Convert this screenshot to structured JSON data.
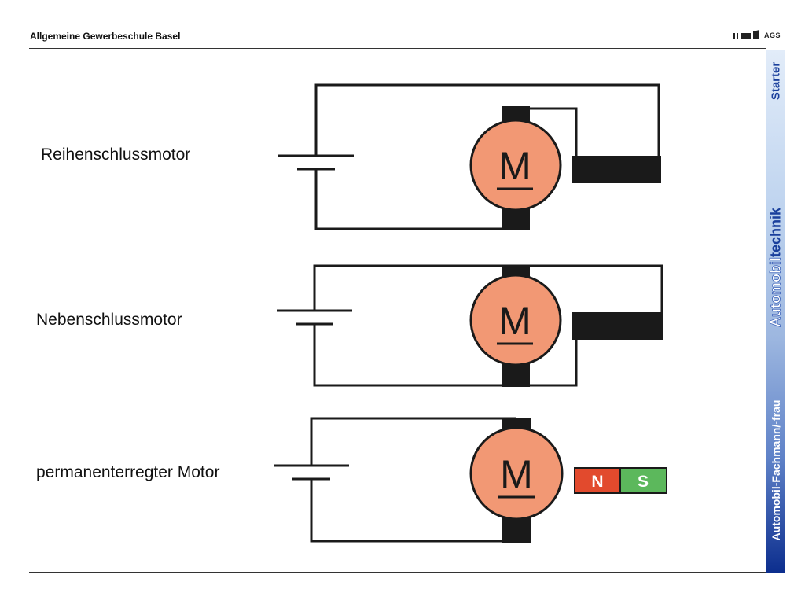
{
  "header": {
    "school": "Allgemeine Gewerbeschule Basel",
    "logo_text": "AGS"
  },
  "sidebar": {
    "top_label": "Starter",
    "mid_label_light": "Automobil",
    "mid_label_dark": "technik",
    "bottom_label": "Automobil-Fachmann/-frau"
  },
  "diagram": {
    "circuits": [
      {
        "label": "Reihenschlussmotor",
        "motor_symbol": "M"
      },
      {
        "label": "Nebenschlussmotor",
        "motor_symbol": "M"
      },
      {
        "label": "permanenterregter Motor",
        "motor_symbol": "M",
        "magnet_north": "N",
        "magnet_south": "S"
      }
    ]
  },
  "colors": {
    "motor_fill": "#f29874",
    "wire": "#1a1a1a",
    "magnet_north": "#e24a2d",
    "magnet_south": "#5cb85c",
    "sidebar_dark": "#0c2e8e"
  }
}
